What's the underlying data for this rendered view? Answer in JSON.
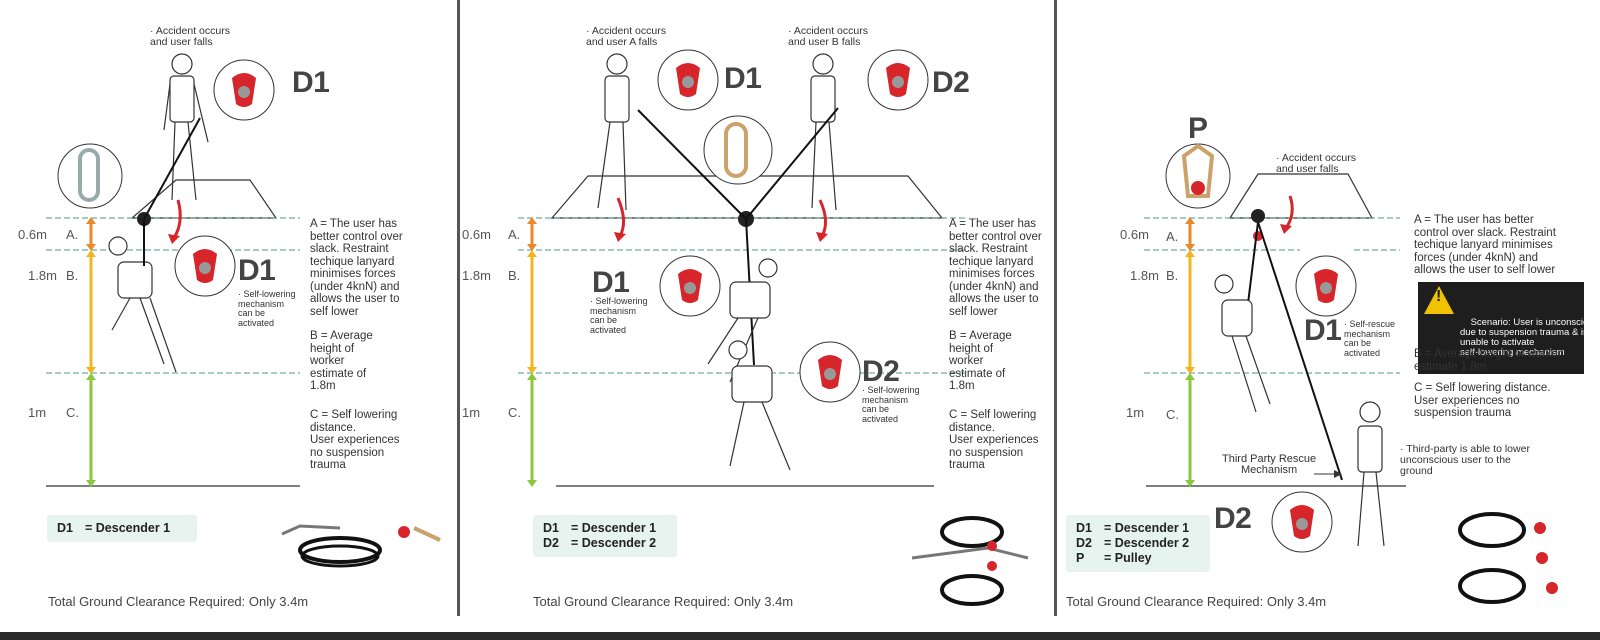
{
  "panel1": {
    "note_fall": "· Accident occurs\nand user falls",
    "big_top": "D1",
    "big_mid": "D1",
    "note_self": "· Self-lowering\nmechanism\ncan be\nactivated",
    "heights": [
      {
        "value": "0.6m",
        "letter": "A."
      },
      {
        "value": "1.8m",
        "letter": "B."
      },
      {
        "value": "1m",
        "letter": "C."
      }
    ],
    "desc_a": "A = The user has\nbetter control over\nslack. Restraint\ntechique lanyard\nminimises forces\n(under 4knN) and\nallows the user to\nself lower",
    "desc_b": "B = Average\nheight of\nworker\nestimate of\n1.8m",
    "desc_c": "C = Self lowering\ndistance.\nUser experiences\nno suspension\ntrauma",
    "legend": [
      {
        "key": "D1",
        "value": "= Descender 1"
      }
    ],
    "clearance": "Total Ground Clearance Required: Only 3.4m"
  },
  "panel2": {
    "note_fall_a": "· Accident occurs\nand user A falls",
    "note_fall_b": "· Accident occurs\nand user B falls",
    "big_d1_top": "D1",
    "big_d2_top": "D2",
    "big_d1_mid": "D1",
    "big_d2_mid": "D2",
    "note_self_1": "· Self-lowering\nmechanism\ncan be\nactivated",
    "note_self_2": "· Self-lowering\nmechanism\ncan be\nactivated",
    "heights": [
      {
        "value": "0.6m",
        "letter": "A."
      },
      {
        "value": "1.8m",
        "letter": "B."
      },
      {
        "value": "1m",
        "letter": "C."
      }
    ],
    "desc_a": "A = The user has\nbetter control over\nslack. Restraint\ntechique lanyard\nminimises forces\n(under 4knN) and\nallows the user to\nself lower",
    "desc_b": "B = Average\nheight of\nworker\nestimate of\n1.8m",
    "desc_c": "C = Self lowering\ndistance.\nUser experiences\nno suspension\ntrauma",
    "legend": [
      {
        "key": "D1",
        "value": "= Descender 1"
      },
      {
        "key": "D2",
        "value": "= Descender 2"
      }
    ],
    "clearance": "Total Ground Clearance Required: Only 3.4m"
  },
  "panel3": {
    "big_p": "P",
    "note_fall": "· Accident occurs\nand user falls",
    "heights": [
      {
        "value": "0.6m",
        "letter": "A."
      },
      {
        "value": "1.8m",
        "letter": "B."
      },
      {
        "value": "1m",
        "letter": "C."
      }
    ],
    "desc_a": "A = The user has better\ncontrol over slack. Restraint\ntechique lanyard minimises\nforces (under 4knN) and\nallows the user to self lower",
    "warning": "Scenario: User is unconscious\ndue to suspension trauma & is\nunable to activate\nself-lowering mechanism",
    "big_d1": "D1",
    "note_rescue": "· Self-rescue\nmechanism\ncan be\nactivated",
    "desc_b": "B = Average height of worker\nestimate 1.8m",
    "desc_c": "C = Self lowering distance.\nUser experiences no\nsuspension trauma",
    "note_third": "· Third-party is able to lower\nunconscious user to the\nground",
    "third_party_label": "Third Party Rescue\nMechanism",
    "big_d2": "D2",
    "legend": [
      {
        "key": "D1",
        "value": "= Descender 1"
      },
      {
        "key": "D2",
        "value": "= Descender 2"
      },
      {
        "key": "P",
        "value": "= Pulley"
      }
    ],
    "clearance": "Total Ground Clearance Required: Only 3.4m"
  },
  "colors": {
    "orange": "#e8892a",
    "yellow": "#f2b522",
    "green": "#8cc63f",
    "red": "#d7262b",
    "line": "#4a9a8a",
    "mint": "#e6f3ee"
  }
}
